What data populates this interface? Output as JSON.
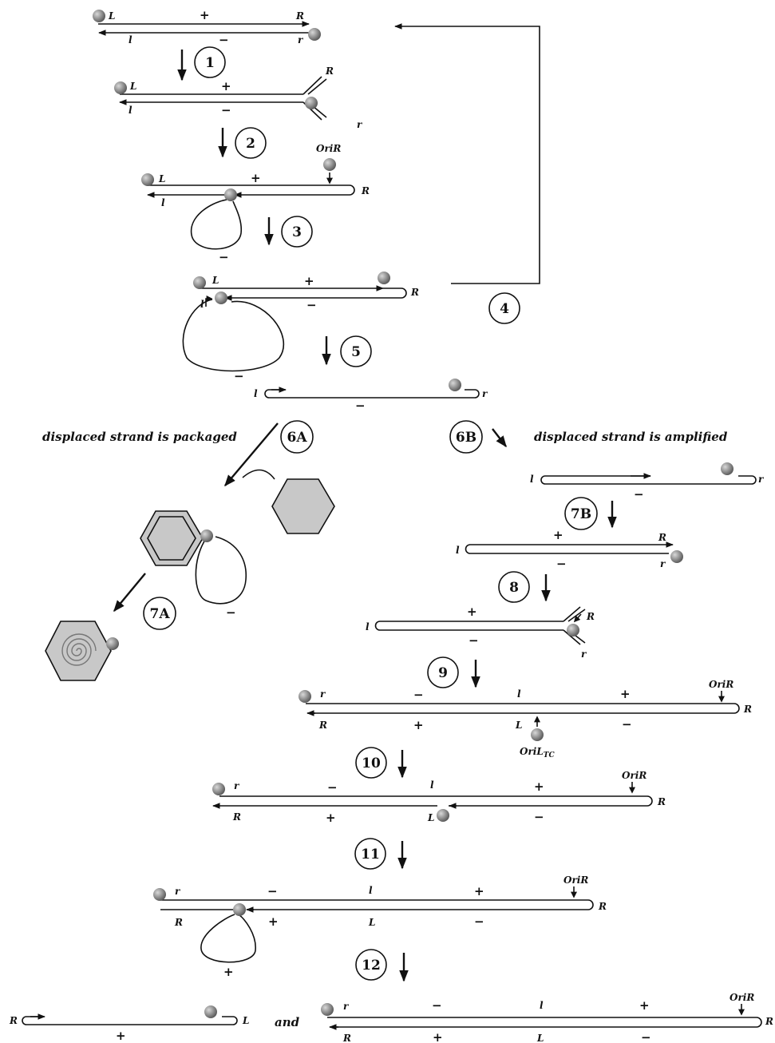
{
  "labels": {
    "L": "L",
    "R": "R",
    "l": "l",
    "r": "r",
    "plus": "+",
    "minus": "−",
    "oriR": "OriR",
    "oriL_main": "OriL",
    "oriL_sub": "TC",
    "and": "and"
  },
  "captions": {
    "packaged": "displaced strand is packaged",
    "amplified": "displaced strand is amplified"
  },
  "steps": {
    "s1": "1",
    "s2": "2",
    "s3": "3",
    "s4": "4",
    "s5": "5",
    "s6a": "6A",
    "s6b": "6B",
    "s7a": "7A",
    "s7b": "7B",
    "s8": "8",
    "s9": "9",
    "s10": "10",
    "s11": "11",
    "s12": "12"
  },
  "colors": {
    "protein": "#8a8a8a",
    "capsid": "#c8c8c8",
    "line": "#111111"
  }
}
